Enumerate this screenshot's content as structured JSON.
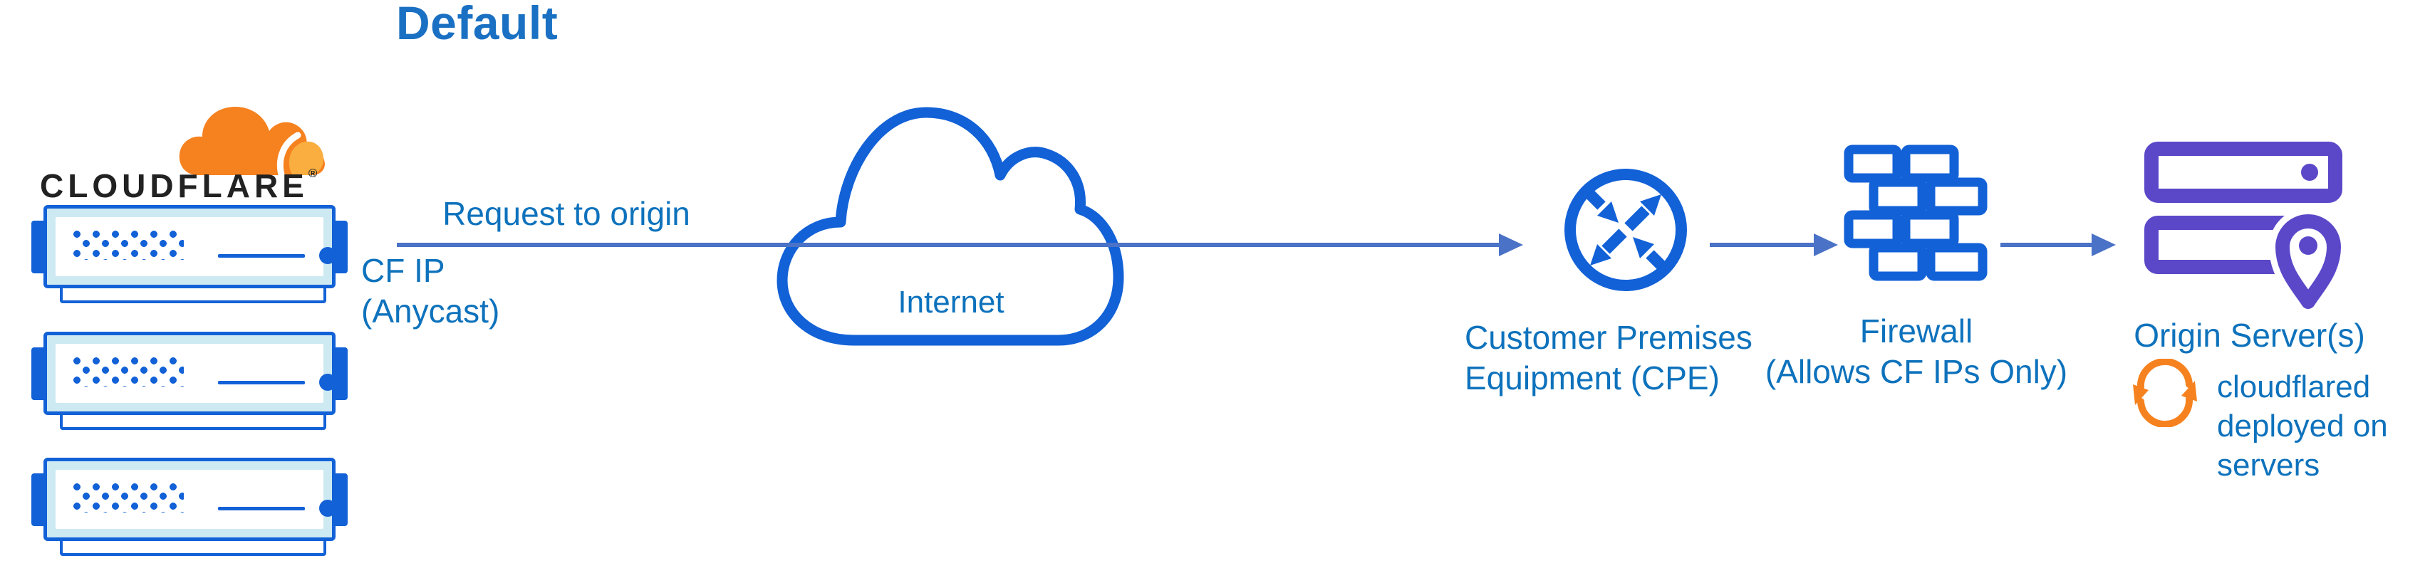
{
  "title": "Default",
  "logo": {
    "wordmark": "CLOUDFLARE",
    "registered_mark": "®"
  },
  "labels": {
    "request": "Request to origin",
    "cf_ip_line1": "CF IP",
    "cf_ip_line2": "(Anycast)",
    "internet": "Internet",
    "cpe_line1": "Customer Premises",
    "cpe_line2": "Equipment (CPE)",
    "firewall_line1": "Firewall",
    "firewall_line2": "(Allows CF IPs Only)",
    "origin": "Origin Server(s)",
    "cloudflared_line1": "cloudflared",
    "cloudflared_line2": "deployed on",
    "cloudflared_line3": "servers"
  },
  "icons": {
    "cloudflare_logo": "cloudflare-cloud-logo",
    "edge_server": "edge-server-icon",
    "internet_cloud": "internet-cloud-icon",
    "cpe": "router-arrows-icon",
    "firewall": "brick-wall-icon",
    "origin_servers": "origin-servers-pin-icon",
    "cloudflared": "sync-arrows-icon"
  },
  "colors": {
    "icon_blue": "#1261d7",
    "arrow_blue": "#4a72c6",
    "text_blue": "#0e72bc",
    "purple": "#5a48c9",
    "orange": "#f6821f",
    "orange_light": "#faae40",
    "server_fill": "#cde9f2",
    "wordmark_black": "#222222"
  }
}
